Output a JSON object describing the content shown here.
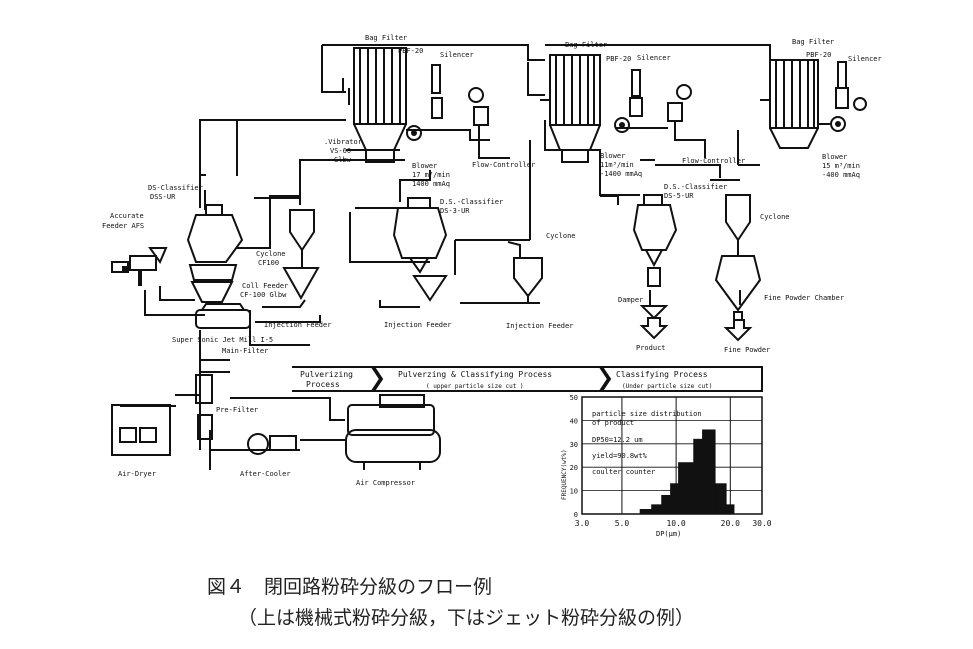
{
  "diagram": {
    "units": {
      "bag_filter_1": {
        "name": "Bag Filter",
        "model": "PBF-20",
        "silencer": "Silencer"
      },
      "bag_filter_2": {
        "name": "Bag Filter",
        "model": "PBF-20",
        "silencer": "Silencer"
      },
      "bag_filter_3": {
        "name": "Bag Filter",
        "model": "PBF-20",
        "silencer": "Silencer"
      },
      "blower_1": {
        "name": "Blower",
        "spec1": "17 m³/min",
        "spec2": "1400 mmAq"
      },
      "blower_2": {
        "name": "Blower",
        "spec1": "11m³/min",
        "spec2": "-1400 mmAq"
      },
      "blower_3": {
        "name": "Blower",
        "spec1": "15 m³/min",
        "spec2": "-400 mmAq"
      },
      "flow_controller_1": "Flow-Controller",
      "flow_controller_2": "Flow-Controller",
      "vibrator": {
        "name": ".Vibrator",
        "model": "VS-60",
        "extra": "Glbw"
      },
      "ds_classifier_1": {
        "name": "DS-Classifier",
        "model": "DSS-UR"
      },
      "ds_classifier_2": {
        "name": "D.S.-Classifier",
        "model": "DS-3-UR"
      },
      "ds_classifier_3": {
        "name": "D.S.-Classifier",
        "model": "DS-5-UR"
      },
      "feeder": {
        "name": "Accurate",
        "model": "Feeder AFS"
      },
      "cyclone_1": {
        "name": "Cyclone",
        "model": "CF100"
      },
      "cyclone_2": "Cyclone",
      "cyclone_3": "Cyclone",
      "coll_feeder": {
        "name": "Coll Feeder",
        "model": "CF-100 Glbw"
      },
      "injection_feeder_1": "Injection Feeder",
      "injection_feeder_2": "Injection Feeder",
      "injection_feeder_3": "Injection Feeder",
      "jet_mill": "Super Sonic Jet Mill  I-5",
      "main_filter": "Main-Filter",
      "pre_filter": "Pre-Filter",
      "air_dryer": "Air-Dryer",
      "after_cooler": "After-Cooler",
      "air_compressor": "Air  Compressor",
      "damper": "Damper",
      "product": "Product",
      "fine_powder_chamber": "Fine Powder Chamber",
      "fine_powder": "Fine Powder"
    },
    "process_bands": [
      {
        "line1": "Pulverizing",
        "line2": "Process"
      },
      {
        "line1": "Pulverzing & Classifying Process",
        "line2": "( upper particle size cut )"
      },
      {
        "line1": "Classifying  Process",
        "line2": "(Under particle size cut)"
      }
    ]
  },
  "chart_data": {
    "type": "bar",
    "title": "particle size distribution of product",
    "annotations": [
      "DP50=12.2 um",
      "yield=90.8wt%",
      "coulter counter"
    ],
    "ylabel": "FREQUENCY(wt%)",
    "xlabel": "DP(μm)",
    "xscale": "log",
    "xlim": [
      3.0,
      30.0
    ],
    "ylim": [
      0,
      50
    ],
    "xticks": [
      "3.0",
      "5.0",
      "10.0",
      "20.0",
      "30.0"
    ],
    "yticks": [
      "0",
      "10",
      "20",
      "30",
      "40",
      "50"
    ],
    "bins": [
      {
        "from": 6.3,
        "to": 7.3,
        "value": 2
      },
      {
        "from": 7.3,
        "to": 8.3,
        "value": 4
      },
      {
        "from": 8.3,
        "to": 9.3,
        "value": 8
      },
      {
        "from": 9.3,
        "to": 10.3,
        "value": 13
      },
      {
        "from": 10.3,
        "to": 12.5,
        "value": 22
      },
      {
        "from": 12.5,
        "to": 14.0,
        "value": 32
      },
      {
        "from": 14.0,
        "to": 16.5,
        "value": 36
      },
      {
        "from": 16.5,
        "to": 19.0,
        "value": 13
      },
      {
        "from": 19.0,
        "to": 21.0,
        "value": 4
      }
    ]
  },
  "caption": {
    "line1": "図４　閉回路粉砕分級のフロー例",
    "line2": "（上は機械式粉砕分級，下はジェット粉砕分級の例）"
  }
}
